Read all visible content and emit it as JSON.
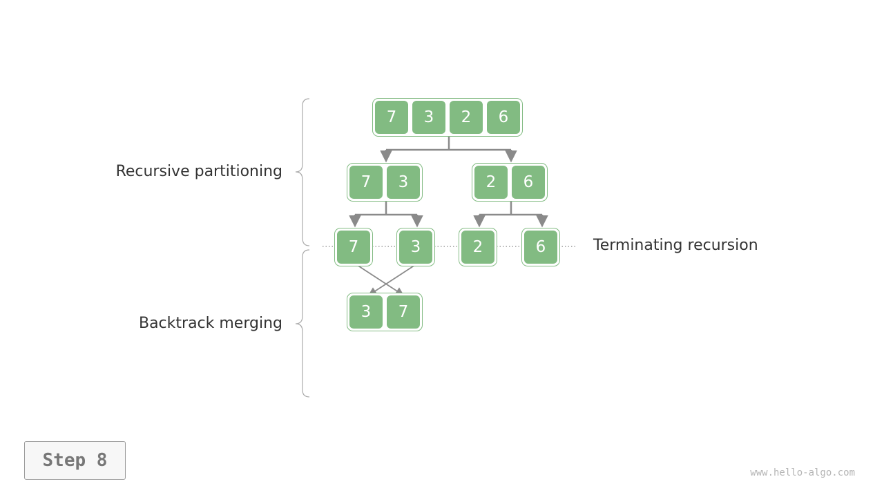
{
  "labels": {
    "partition": "Recursive partitioning",
    "merge": "Backtrack merging",
    "terminate": "Terminating recursion"
  },
  "arrays": {
    "root": [
      "7",
      "3",
      "2",
      "6"
    ],
    "left": [
      "7",
      "3"
    ],
    "right": [
      "2",
      "6"
    ],
    "leaf_1": [
      "7"
    ],
    "leaf_2": [
      "3"
    ],
    "leaf_3": [
      "2"
    ],
    "leaf_4": [
      "6"
    ],
    "merged": [
      "3",
      "7"
    ]
  },
  "step": "Step 8",
  "watermark": "www.hello-algo.com",
  "colors": {
    "cell": "#82bb82",
    "border": "#82bb82",
    "line": "#8a8a8a",
    "brace": "#aaaaaa",
    "text": "#333333"
  }
}
